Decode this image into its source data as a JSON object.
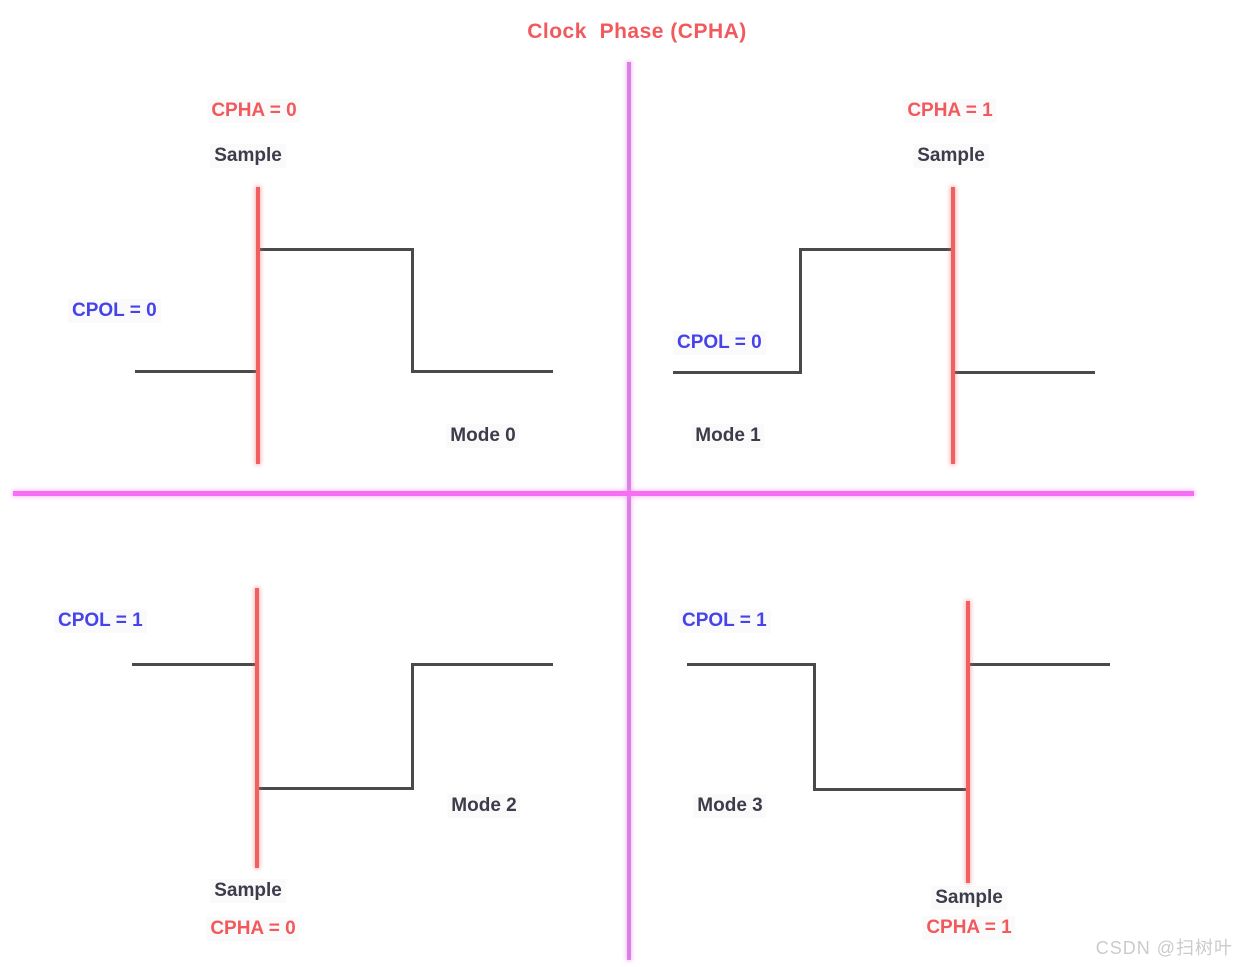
{
  "title": "Clock  Phase (CPHA)",
  "watermark": "CSDN @扫树叶",
  "colors": {
    "title_red": "#f2595d",
    "cpha_label_red": "#f2595d",
    "cpol_label_blue": "#4743ea",
    "text_dark": "#3c3c4b",
    "sample_line_red": "#f06060",
    "waveform_gray": "#4a4a4a",
    "divider_vertical_magenta": "#d981e3",
    "divider_horizontal_magenta": "#f56ef3",
    "watermark_gray": "#cbcbcb"
  },
  "quadrants": [
    {
      "mode_label": "Mode 0",
      "cpol_label": "CPOL = 0",
      "cpha_label": "CPHA = 0",
      "sample_label": "Sample",
      "waveform": {
        "idle_level": "low",
        "levels": [
          "low",
          "high",
          "low"
        ],
        "sample_edge": "first edge (rising)"
      }
    },
    {
      "mode_label": "Mode 1",
      "cpol_label": "CPOL = 0",
      "cpha_label": "CPHA = 1",
      "sample_label": "Sample",
      "waveform": {
        "idle_level": "low",
        "levels": [
          "low",
          "high",
          "low"
        ],
        "sample_edge": "second edge (falling)"
      }
    },
    {
      "mode_label": "Mode 2",
      "cpol_label": "CPOL = 1",
      "cpha_label": "CPHA = 0",
      "sample_label": "Sample",
      "waveform": {
        "idle_level": "high",
        "levels": [
          "high",
          "low",
          "high"
        ],
        "sample_edge": "first edge (falling)"
      }
    },
    {
      "mode_label": "Mode 3",
      "cpol_label": "CPOL = 1",
      "cpha_label": "CPHA = 1",
      "sample_label": "Sample",
      "waveform": {
        "idle_level": "high",
        "levels": [
          "high",
          "low",
          "high"
        ],
        "sample_edge": "second edge (rising)"
      }
    }
  ]
}
